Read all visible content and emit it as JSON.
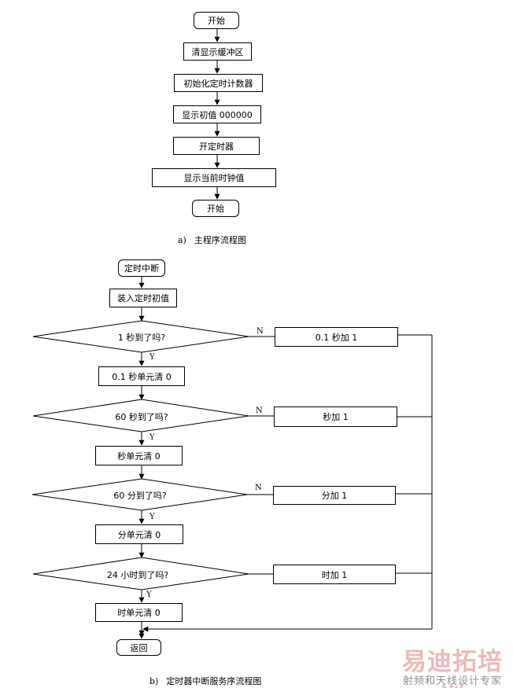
{
  "main_flow": {
    "start": "开始",
    "clear_buffer": "清显示缓冲区",
    "init_counter": "初始化定时计数器",
    "show_init": "显示初值 000000",
    "start_timer": "开定时器",
    "show_clock": "显示当前时钟值",
    "end": "开始",
    "caption_index": "a)",
    "caption_text": "主程序流程图"
  },
  "isr_flow": {
    "entry": "定时中断",
    "load_init": "装入定时初值",
    "q_01s": "1 秒到了吗?",
    "add_01s": "0.1 秒加 1",
    "clear_01s": "0.1 秒单元清 0",
    "q_60s": "60 秒到了吗?",
    "add_s": "秒加 1",
    "clear_s": "秒单元清 0",
    "q_60m": "60 分到了吗?",
    "add_m": "分加 1",
    "clear_m": "分单元清 0",
    "q_24h": "24 小时到了吗?",
    "add_h": "时加 1",
    "clear_h": "时单元清 0",
    "return": "返回",
    "label_no": "N",
    "label_yes": "Y",
    "caption_index": "b)",
    "caption_text": "定时器中断服务序流程图"
  },
  "watermark": {
    "title": "易迪拓培训",
    "subtitle": "射频和天线设计专家"
  }
}
